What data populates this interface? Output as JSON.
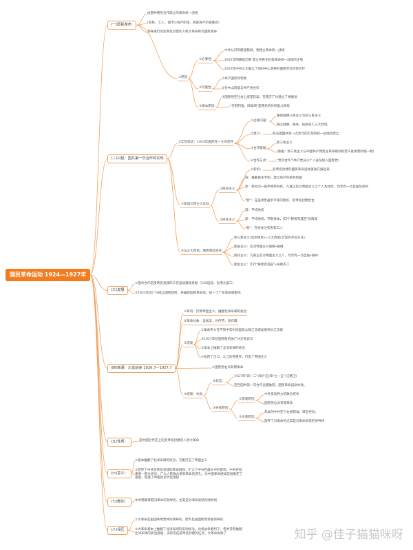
{
  "root": "国民革命运动 1924—1927年",
  "watermark": "知乎 @佳子猫猫咪呀",
  "colors": {
    "accent": "#f37c1f",
    "line": "#f2a05c"
  },
  "s1": {
    "title": "(一)国民革命:",
    "items": [
      "由国共两党合作建立的革命统一战线",
      "(农民、工人、城市小资产阶级、民族资产阶级联合)",
      "领导进行的反帝反封建的人民大革命称为国民革命"
    ]
  },
  "s2": {
    "title": "(二)兴起：国共第一次合作的实现",
    "a": {
      "label": "①原因",
      "nec": {
        "label": "①必要性:",
        "items": [
          "中共认识到敌强我弱，要建立革命统一战线",
          "1922年明确提出要 建立各民主阶级革命统一战线的主张",
          "1923年中共三大确立了同孙中山领导的国民党合作的方针"
        ]
      },
      "pos": {
        "label": "②可能性",
        "items": [
          "①共产国际的帮助",
          "②孙中山同意与共产党合作",
          "③国民党在社会上威望较高，在南方广州建立了根据地"
        ]
      },
      "root": {
        "label": "③根本原因:",
        "text": "\"打倒列强、除军阀\"是两党的共同奋斗目标"
      }
    },
    "b": {
      "label": "②实现标志：1924年国民党一大的召开",
      "items": [
        {
          "label": "①主要内容：",
          "sub": [
            "重新解释三民主义为新三民主义",
            "确立联俄、联共、扶助农工三大政策。"
          ]
        },
        {
          "label": "②意义：",
          "sub": [
            "标志着国共第一次合作的实现和统一战线的建立"
          ]
        },
        {
          "label": "③合作基础:",
          "sub": [
            "新三民主义",
            "(依据：新三民主义与中国共产党民主革命纲领的若干基本原则相一致)"
          ]
        },
        {
          "label": "④合作方式：",
          "sub": [
            "\"党内合作\"(共产党员以个人身份加入国民党)"
          ]
        },
        {
          "label": "⑤影响：",
          "sub": [
            "反帝反封建的国民革命运动蓬勃开展起来"
          ]
        }
      ]
    },
    "c": {
      "label": "③新旧三民主义比较",
      "groups": [
        {
          "label": "①民权主义",
          "sub": [
            "旧：推翻君主专制，建立资产阶级共和国",
            "新：民权为一般平民所共有，凡真正反对帝国主义之个人及团体，均享有一切自由及权利",
            "\"新\"：在强调普通享平等的民权，反帝反封建结合"
          ]
        },
        {
          "label": "②民生主义",
          "sub": [
            "旧：平均地权",
            "新：平均地权，节制资本，实行\"耕者有其田\"的政策",
            "\"新\"：在更关注农民和工人"
          ]
        }
      ]
    },
    "d": {
      "label": "④与三大政策、两者相互依托",
      "items": [
        "新三民主义(思想目标)+三大政策(实现的手段方法)",
        "民族主义：反对帝国主义侵略•联俄",
        "民权主义：凡真正反对帝国主义之人，均享有一切自由•联共",
        "民生主义：实行\"耕者有其田\"•扶助农工"
      ]
    }
  },
  "s3": {
    "title": "(三)发展",
    "items": [
      "①国共合作后反帝反封建的工农运动蓬勃发展（530运动、省港大罢工）",
      "②1925年在广州成立国民政府，并编建国民革命军，统一了广东革命根据地"
    ]
  },
  "s4": {
    "title": "(四)高潮：北伐战争",
    "date": "1926.7—1927.7",
    "obj": "①目的：打倒帝国主义，推翻北洋军阀的统治",
    "enemy": "②革命对象：吴佩孚、孙传芳、张作霖",
    "ach": {
      "label": "③成果",
      "items": [
        "①革命势力在不到半年时间里就从珠江流域发展到长江流域",
        "②1927年初国民政府由广州迁到武汉",
        "③基本上推翻了北洋军阀的统治",
        "④收回了汉口、九江的英租界，打击了帝国主义"
      ]
    },
    "res": {
      "label": "④结果：失败",
      "items": [
        "①国民党右派背叛革命",
        "②标志：",
        "③失败原因"
      ],
      "sign": [
        "1927年\"四一二\"(蒋介石)和\"七一五\"(汪精卫)",
        "宣告国共第一次合作全面破裂，国民革命运动失败。"
      ],
      "cause": [
        {
          "label": "①客观原因",
          "sub": [
            "中外反动势力的联合绞杀",
            "国民党右派背叛革命"
          ]
        },
        {
          "label": "②主观原因",
          "sub": [
            "年幼的中共犯了右倾错误，缺乏经验，",
            "放弃了对革命的尤其是对革命武装的领导权"
          ]
        }
      ]
    }
  },
  "s5": {
    "title": "(五)性质：",
    "items": [
      "是中国近代史上的反帝反封建的人民大革命"
    ]
  },
  "s6": {
    "title": "(六)意义：",
    "items": [
      "①基本推翻了北洋军阀的统治，沉重打击了帝国主义",
      "②宣传了中共反帝反封建的革命纲领，扩大了中共在群众中的影响，中共开始重要一部分党员，广大人民群众受到革命的洗礼，为中国革命继续前进奠定了基础，促进了中国的近代化进程"
    ]
  },
  "s7": {
    "title": "(七)教训：",
    "items": [
      "中共需要掌握对革命的领导权，尤其是对革命武装的领导权"
    ]
  },
  "s8": {
    "title": "(八)误区",
    "items": [
      "①大革命是由国共两党共同领导的，而不是由国民党单独领导的",
      "②大革命基本上推翻了北洋军阀的反动统治，北伐战争胜利了，但并没有推翻北洋军阀的统治基础，没有完成反帝反封建的任务，大革命失败了"
    ]
  }
}
